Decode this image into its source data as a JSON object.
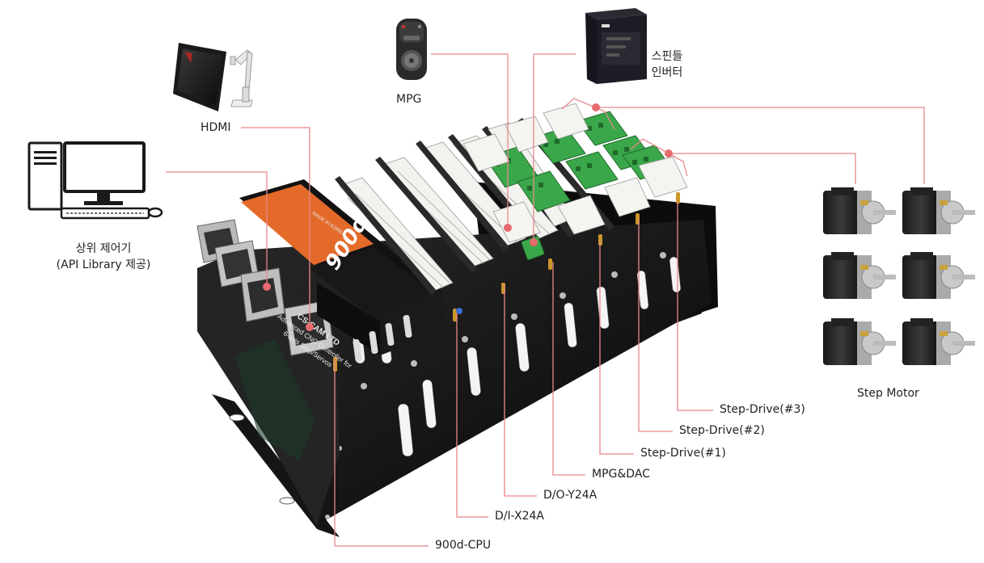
{
  "labels": {
    "host_line1": "상위 제어기",
    "host_line2": "(API Library 제공)",
    "hdmi": "HDMI",
    "mpg": "MPG",
    "spindle_line1": "스핀들",
    "spindle_line2": "인버터",
    "step_motor": "Step Motor",
    "step_drive_3": "Step-Drive(#3)",
    "step_drive_2": "Step-Drive(#2)",
    "step_drive_1": "Step-Drive(#1)",
    "mpg_dac": "MPG&DAC",
    "do_y24a": "D/O-Y24A",
    "di_x24a": "D/I-X24A",
    "cpu_900d": "900d-CPU"
  },
  "device": {
    "logo": "900d",
    "brand_line1": "CS-CAM LTD",
    "brand_line2": "Advanced CNC Controller for",
    "brand_line3": "6-axis Step/Servos",
    "origin": "MADE IN KOREA"
  },
  "colors": {
    "leader": "#e8888a",
    "chassis": "#111111",
    "label_band": "#e46a2a",
    "terminal_green": "#3aa84a",
    "connector_white": "#f2f2ee"
  },
  "icons": [
    "desktop-computer-icon",
    "touch-monitor-icon",
    "mpg-pendant-icon",
    "spindle-inverter-icon",
    "step-motor-icon"
  ]
}
